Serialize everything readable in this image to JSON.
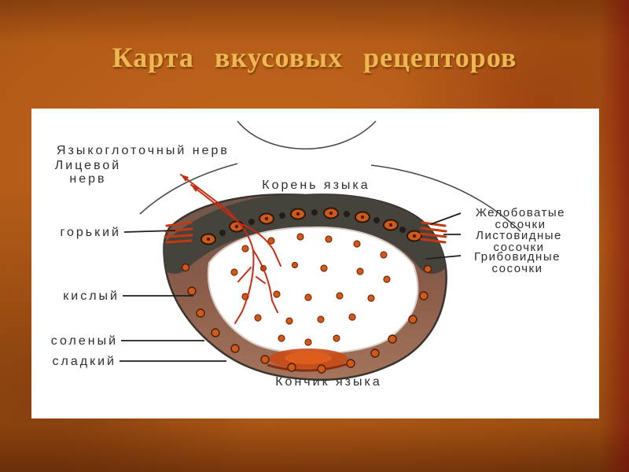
{
  "slide": {
    "title": "Карта вкусовых рецепторов",
    "title_color": "#edb84f",
    "background_color": "#b25b17",
    "panel_color": "#ffffff"
  },
  "diagram": {
    "labels": {
      "glossopharyngeal_nerve": "Языкоглоточный нерв",
      "facial_nerve_l1": "Лицевой",
      "facial_nerve_l2": "нерв",
      "bitter": "горький",
      "sour": "кислый",
      "salty": "соленый",
      "sweet": "сладкий",
      "tongue_root": "Корень языка",
      "vallate_l1": "Желобоватые",
      "vallate_l2": "сосочки",
      "foliate_l1": "Листовидные",
      "foliate_l2": "сосочки",
      "fungiform_l1": "Грибовидные",
      "fungiform_l2": "сосочки",
      "tongue_tip": "Кончик языка"
    },
    "colors": {
      "nerve_red": "#c52b10",
      "papilla_orange": "#d05a1a",
      "tongue_body_brown": "#8a5c49",
      "root_band_gray": "#46433d",
      "label_text": "#2e2e2e"
    }
  }
}
